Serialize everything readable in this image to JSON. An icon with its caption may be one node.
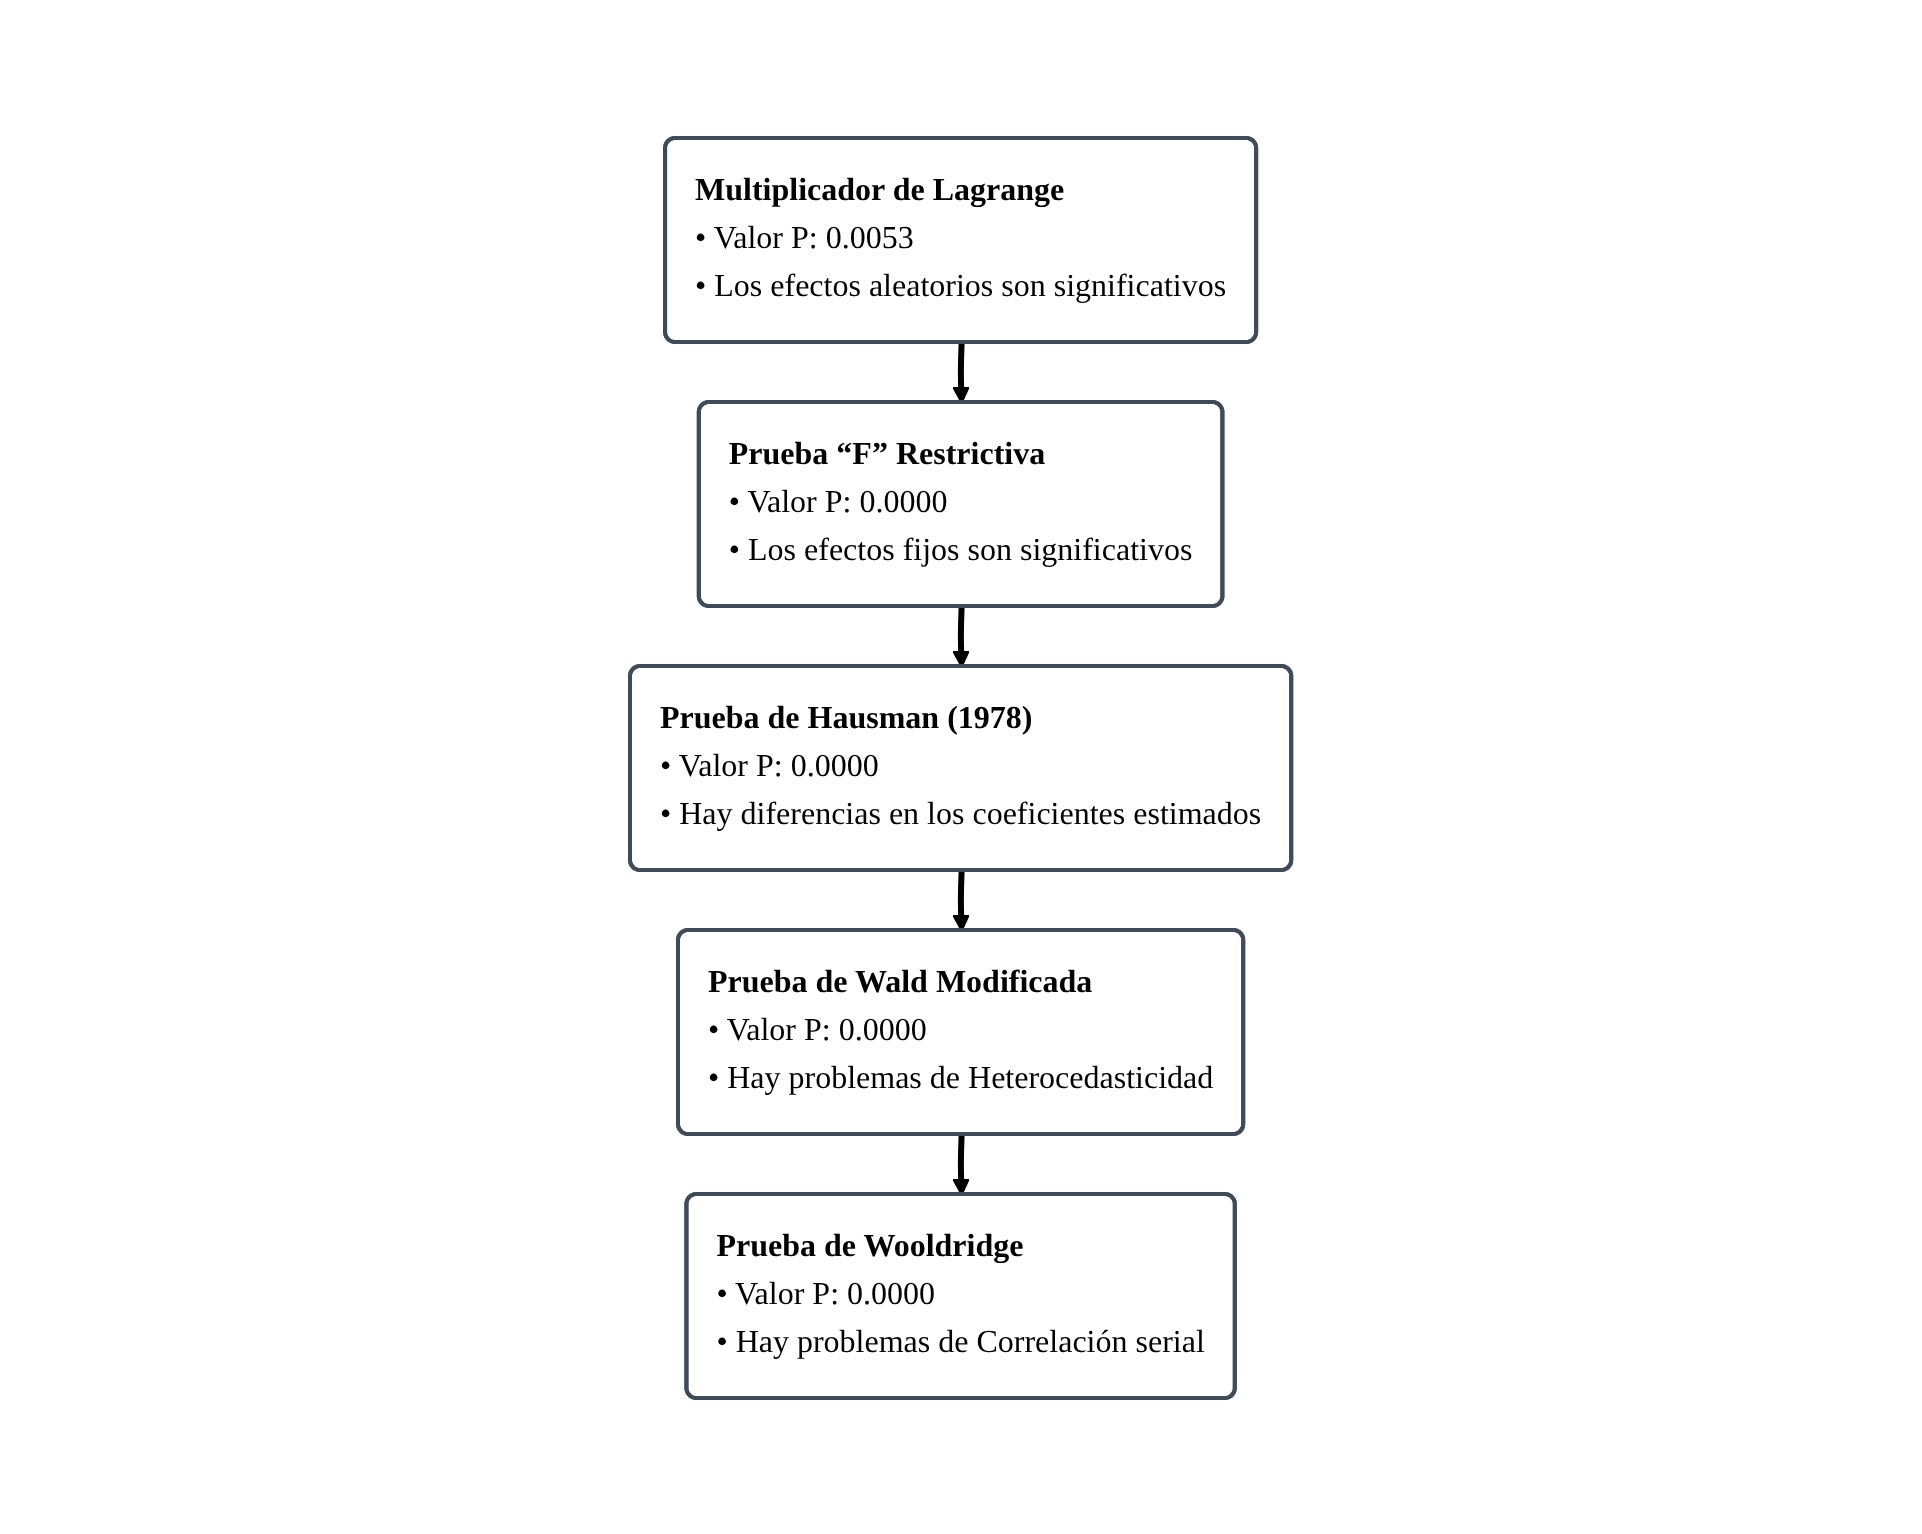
{
  "diagram": {
    "nodes": [
      {
        "text": [
          "Multiplicador de Lagrange",
          "• Valor P: 0.0053",
          "• Los efectos aleatorios son significativos"
        ]
      },
      {
        "text": [
          "Prueba “F” Restrictiva",
          "• Valor P: 0.0000",
          "• Los efectos fijos son significativos"
        ]
      },
      {
        "text": [
          "Prueba de Wald Modificada",
          "• Valor P: 0.0000",
          "• Hay problemas de Heterocedasticidad"
        ]
      },
      {
        "text": [
          "Prueba de Hausman (1978)",
          "• Valor P: 0.0000",
          "• Hay diferencias en los coeficientes estimados"
        ]
      },
      {
        "text": [
          "Prueba de Wooldridge",
          "• Valor P: 0.0000",
          "• Hay problemas de Correlación serial"
        ]
      }
    ],
    "edges": [
      {
        "from": 0,
        "to": 1,
        "arrow": "to"
      },
      {
        "from": 1,
        "to": 3,
        "arrow": "to"
      },
      {
        "from": 3,
        "to": 2,
        "arrow": "to"
      },
      {
        "from": 2,
        "to": 4,
        "arrow": "to"
      }
    ]
  }
}
